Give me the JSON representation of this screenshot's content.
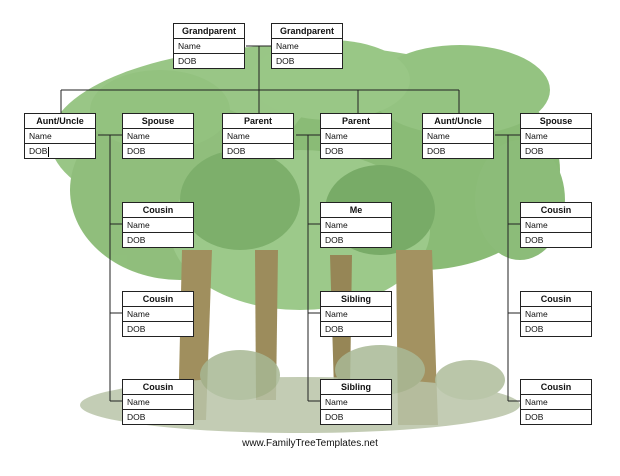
{
  "tree": {
    "cards": [
      {
        "id": "grandparent-1",
        "title": "Grandparent",
        "name": "Name",
        "dob": "DOB"
      },
      {
        "id": "grandparent-2",
        "title": "Grandparent",
        "name": "Name",
        "dob": "DOB"
      },
      {
        "id": "aunt-uncle-1",
        "title": "Aunt/Uncle",
        "name": "Name",
        "dob": "DOB"
      },
      {
        "id": "spouse-1",
        "title": "Spouse",
        "name": "Name",
        "dob": "DOB"
      },
      {
        "id": "parent-1",
        "title": "Parent",
        "name": "Name",
        "dob": "DOB"
      },
      {
        "id": "parent-2",
        "title": "Parent",
        "name": "Name",
        "dob": "DOB"
      },
      {
        "id": "aunt-uncle-2",
        "title": "Aunt/Uncle",
        "name": "Name",
        "dob": "DOB"
      },
      {
        "id": "spouse-2",
        "title": "Spouse",
        "name": "Name",
        "dob": "DOB"
      },
      {
        "id": "cousin-1",
        "title": "Cousin",
        "name": "Name",
        "dob": "DOB"
      },
      {
        "id": "me",
        "title": "Me",
        "name": "Name",
        "dob": "DOB"
      },
      {
        "id": "cousin-2",
        "title": "Cousin",
        "name": "Name",
        "dob": "DOB"
      },
      {
        "id": "cousin-3",
        "title": "Cousin",
        "name": "Name",
        "dob": "DOB"
      },
      {
        "id": "sibling-1",
        "title": "Sibling",
        "name": "Name",
        "dob": "DOB"
      },
      {
        "id": "cousin-4",
        "title": "Cousin",
        "name": "Name",
        "dob": "DOB"
      },
      {
        "id": "cousin-5",
        "title": "Cousin",
        "name": "Name",
        "dob": "DOB"
      },
      {
        "id": "sibling-2",
        "title": "Sibling",
        "name": "Name",
        "dob": "DOB"
      },
      {
        "id": "cousin-6",
        "title": "Cousin",
        "name": "Name",
        "dob": "DOB"
      }
    ]
  },
  "footer": {
    "text": "www.FamilyTreeTemplates.net"
  },
  "colors": {
    "foliage": "#7fb069",
    "foliage_dark": "#5e8f4a",
    "trunk": "#9a8a5a",
    "lines": "#222222"
  }
}
